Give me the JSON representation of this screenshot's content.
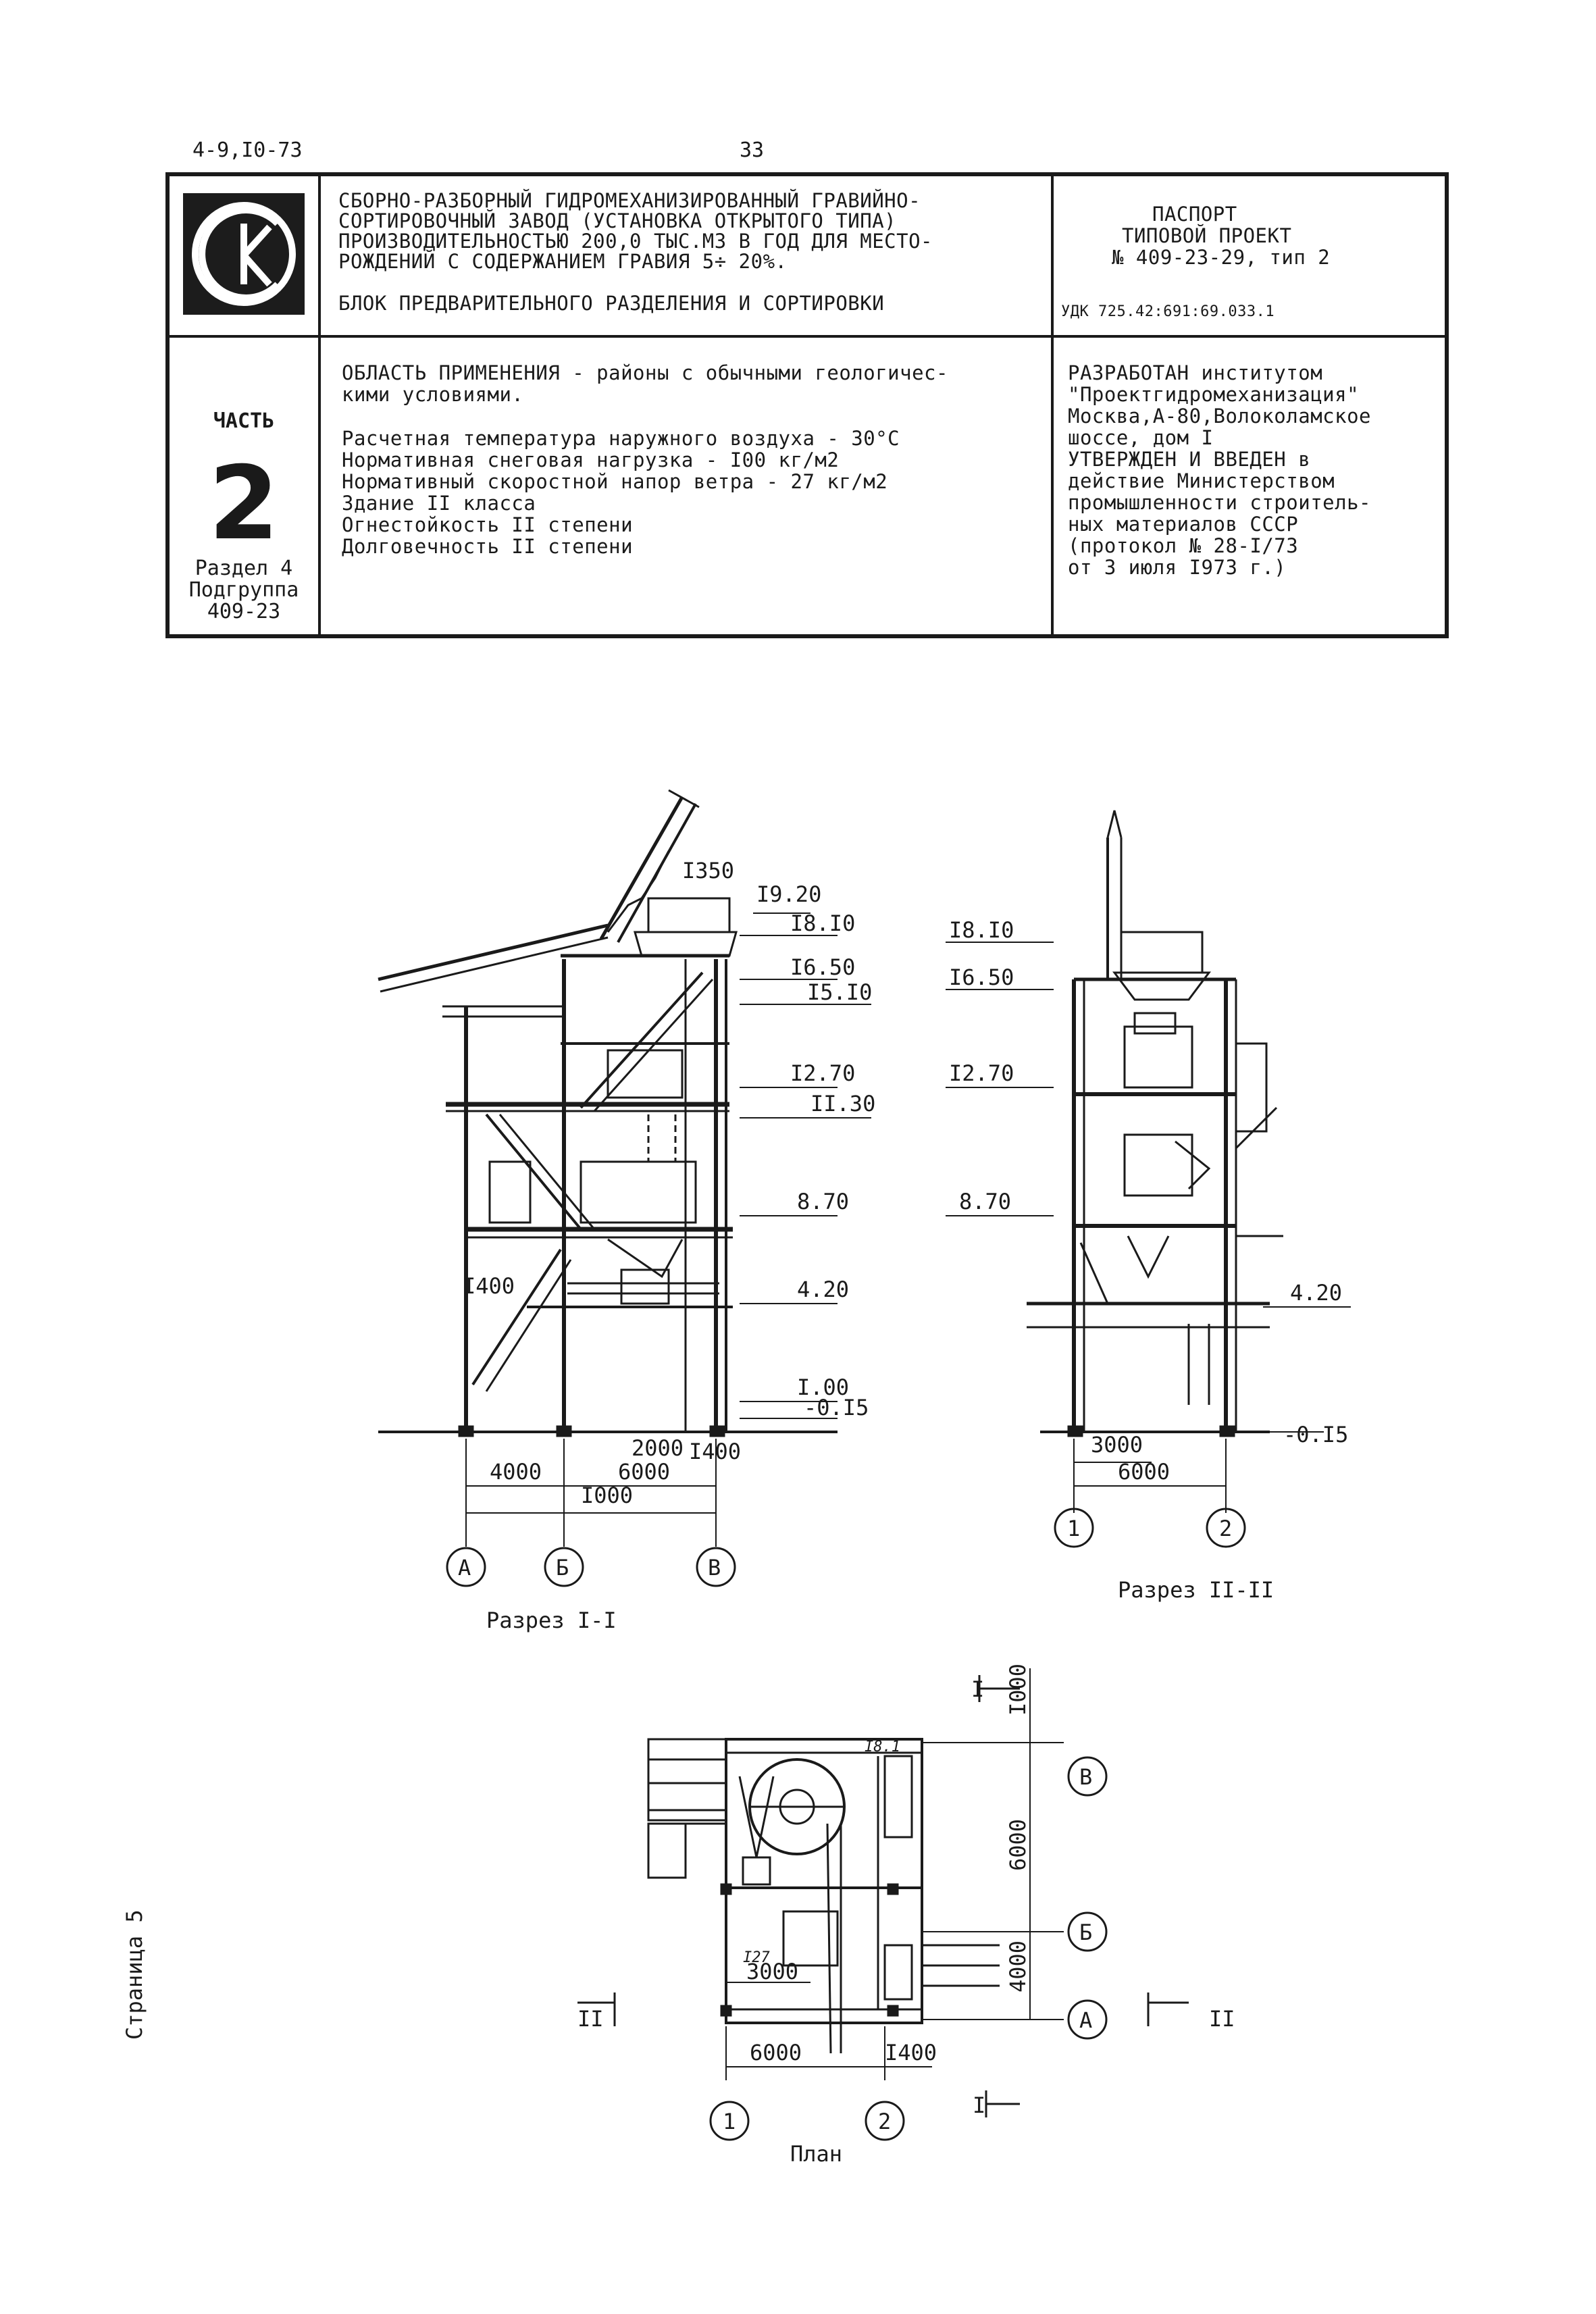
{
  "header": {
    "code": "4-9,I0-73",
    "page_number": "33"
  },
  "title_block": {
    "logo_icon": "ck-logo-icon",
    "title_lines": [
      "СБОРНО-РАЗБОРНЫЙ ГИДРОМЕХАНИЗИРОВАННЫЙ ГРАВИЙНО-",
      "СОРТИРОВОЧНЫЙ ЗАВОД (УСТАНОВКА ОТКРЫТОГО ТИПА)",
      "ПРОИЗВОДИТЕЛЬНОСТЬЮ 200,0 ТЫС.М3 В ГОД ДЛЯ МЕСТО-",
      "РОЖДЕНИЙ С СОДЕРЖАНИЕМ ГРАВИЯ 5÷ 20%."
    ],
    "block_name": "БЛОК ПРЕДВАРИТЕЛЬНОГО РАЗДЕЛЕНИЯ И СОРТИРОВКИ",
    "passport_lines": [
      "ПАСПОРТ",
      "ТИПОВОЙ ПРОЕКТ",
      "№ 409-23-29, тип 2"
    ],
    "udk": "УДК 725.42:691:69.033.1",
    "part_label": "ЧАСТЬ",
    "part_number": "2",
    "section_lines": [
      "Раздел 4",
      "Подгруппа",
      "409-23"
    ],
    "application_lines": [
      "ОБЛАСТЬ ПРИМЕНЕНИЯ - районы с обычными геологичес-",
      "кими условиями."
    ],
    "params_lines": [
      "Расчетная температура наружного воздуха - 30°С",
      "Нормативная снеговая нагрузка - I00 кг/м2",
      "Нормативный скоростной напор ветра - 27 кг/м2",
      "Здание II класса",
      "Огнестойкость II степени",
      "Долговечность II степени"
    ],
    "developer_lines": [
      "РАЗРАБОТАН институтом",
      "\"Проектгидромеханизация\"",
      "Москва,А-80,Волоколамское",
      "шоссе, дом I",
      "УТВЕРЖДЕН И ВВЕДЕН в",
      "действие Министерством",
      "промышленности строитель-",
      "ных материалов СССР",
      "(протокол № 28-I/73",
      "от 3 июля I973 г.)"
    ]
  },
  "drawings": {
    "section1": {
      "caption": "Разрез I-I",
      "elevations": [
        "I9.20",
        "I8.I0",
        "I6.50",
        "I5.I0",
        "I2.70",
        "II.30",
        "8.70",
        "4.20",
        "I.00",
        "-0.I5"
      ],
      "dims": [
        "I350",
        "I400",
        "4000",
        "2000",
        "I400",
        "6000",
        "I000"
      ],
      "axes": [
        "А",
        "Б",
        "В"
      ]
    },
    "section2": {
      "caption": "Разрез II-II",
      "elevations": [
        "I8.I0",
        "I6.50",
        "I2.70",
        "8.70",
        "4.20",
        "-0.I5"
      ],
      "dims": [
        "3000",
        "6000"
      ],
      "axes": [
        "1",
        "2"
      ]
    },
    "plan": {
      "caption": "План",
      "dims": [
        "I000",
        "6000",
        "4000",
        "6000",
        "I400",
        "3000",
        "I8.1",
        "I27"
      ],
      "axes_rows": [
        "В",
        "Б",
        "А"
      ],
      "axes_cols": [
        "1",
        "2"
      ],
      "cut_marks": [
        "I",
        "II",
        "II",
        "I"
      ]
    }
  },
  "footer": {
    "page_label": "Страница 5"
  }
}
